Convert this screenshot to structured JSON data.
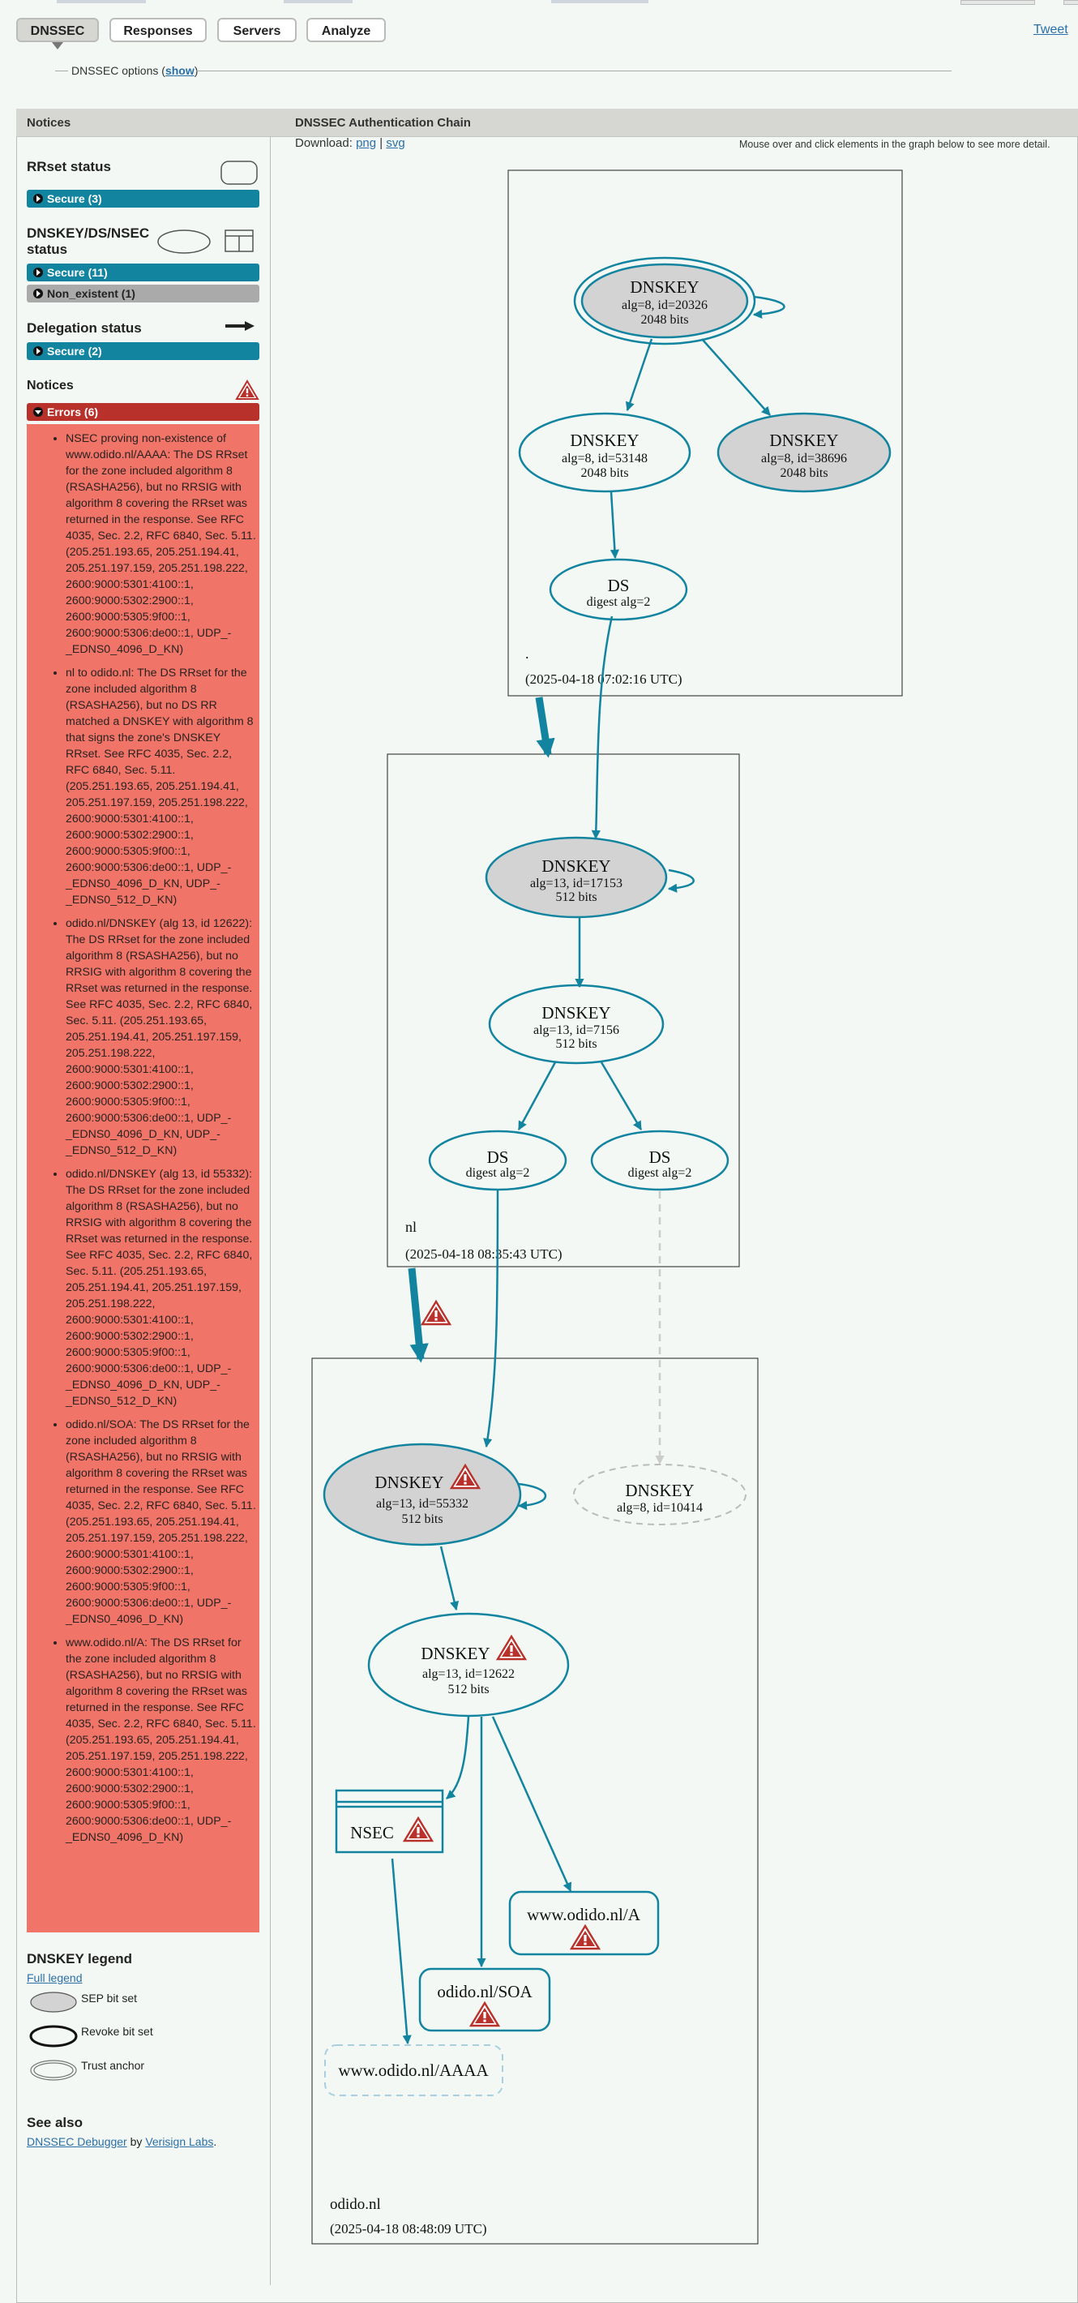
{
  "tabs": [
    {
      "label": "DNSSEC",
      "active": true
    },
    {
      "label": "Responses",
      "active": false
    },
    {
      "label": "Servers",
      "active": false
    },
    {
      "label": "Analyze",
      "active": false
    }
  ],
  "tweet_label": "Tweet",
  "options": {
    "prefix": "DNSSEC options (",
    "link": "show",
    "suffix": ")"
  },
  "panel_headers": {
    "notices": "Notices",
    "chain": "DNSSEC Authentication Chain"
  },
  "download": {
    "label": "Download:",
    "png": "png",
    "sep": "|",
    "svg": "svg"
  },
  "hint": "Mouse over and click elements in the graph below to see more detail.",
  "sidebar": {
    "rrset_status": {
      "title": "RRset status",
      "items": [
        {
          "label": "Secure (3)",
          "color": "#1284a0"
        }
      ]
    },
    "dnskey_status": {
      "title_line1": "DNSKEY/DS/NSEC",
      "title_line2": "status",
      "items": [
        {
          "label": "Secure (11)",
          "color": "#1284a0"
        },
        {
          "label": "Non_existent (1)",
          "color": "#aaaaaa"
        }
      ]
    },
    "delegation_status": {
      "title": "Delegation status",
      "items": [
        {
          "label": "Secure (2)",
          "color": "#1284a0"
        }
      ]
    },
    "notices": {
      "title": "Notices",
      "errors_label": "Errors (6)",
      "errors": [
        "NSEC proving non-existence of www.odido.nl/AAAA: The DS RRset for the zone included algorithm 8 (RSASHA256), but no RRSIG with algorithm 8 covering the RRset was returned in the response. See RFC 4035, Sec. 2.2, RFC 6840, Sec. 5.11. (205.251.193.65, 205.251.194.41, 205.251.197.159, 205.251.198.222, 2600:9000:5301:4100::1, 2600:9000:5302:2900::1, 2600:9000:5305:9f00::1, 2600:9000:5306:de00::1, UDP_-_EDNS0_4096_D_KN)",
        "nl to odido.nl: The DS RRset for the zone included algorithm 8 (RSASHA256), but no DS RR matched a DNSKEY with algorithm 8 that signs the zone's DNSKEY RRset. See RFC 4035, Sec. 2.2, RFC 6840, Sec. 5.11. (205.251.193.65, 205.251.194.41, 205.251.197.159, 205.251.198.222, 2600:9000:5301:4100::1, 2600:9000:5302:2900::1, 2600:9000:5305:9f00::1, 2600:9000:5306:de00::1, UDP_-_EDNS0_4096_D_KN, UDP_-_EDNS0_512_D_KN)",
        "odido.nl/DNSKEY (alg 13, id 12622): The DS RRset for the zone included algorithm 8 (RSASHA256), but no RRSIG with algorithm 8 covering the RRset was returned in the response. See RFC 4035, Sec. 2.2, RFC 6840, Sec. 5.11. (205.251.193.65, 205.251.194.41, 205.251.197.159, 205.251.198.222, 2600:9000:5301:4100::1, 2600:9000:5302:2900::1, 2600:9000:5305:9f00::1, 2600:9000:5306:de00::1, UDP_-_EDNS0_4096_D_KN, UDP_-_EDNS0_512_D_KN)",
        "odido.nl/DNSKEY (alg 13, id 55332): The DS RRset for the zone included algorithm 8 (RSASHA256), but no RRSIG with algorithm 8 covering the RRset was returned in the response. See RFC 4035, Sec. 2.2, RFC 6840, Sec. 5.11. (205.251.193.65, 205.251.194.41, 205.251.197.159, 205.251.198.222, 2600:9000:5301:4100::1, 2600:9000:5302:2900::1, 2600:9000:5305:9f00::1, 2600:9000:5306:de00::1, UDP_-_EDNS0_4096_D_KN, UDP_-_EDNS0_512_D_KN)",
        "odido.nl/SOA: The DS RRset for the zone included algorithm 8 (RSASHA256), but no RRSIG with algorithm 8 covering the RRset was returned in the response. See RFC 4035, Sec. 2.2, RFC 6840, Sec. 5.11. (205.251.193.65, 205.251.194.41, 205.251.197.159, 205.251.198.222, 2600:9000:5301:4100::1, 2600:9000:5302:2900::1, 2600:9000:5305:9f00::1, 2600:9000:5306:de00::1, UDP_-_EDNS0_4096_D_KN)",
        "www.odido.nl/A: The DS RRset for the zone included algorithm 8 (RSASHA256), but no RRSIG with algorithm 8 covering the RRset was returned in the response. See RFC 4035, Sec. 2.2, RFC 6840, Sec. 5.11. (205.251.193.65, 205.251.194.41, 205.251.197.159, 205.251.198.222, 2600:9000:5301:4100::1, 2600:9000:5302:2900::1, 2600:9000:5305:9f00::1, 2600:9000:5306:de00::1, UDP_-_EDNS0_4096_D_KN)"
      ]
    },
    "legend": {
      "title": "DNSKEY legend",
      "full_legend": "Full legend",
      "sep": "SEP bit set",
      "revoke": "Revoke bit set",
      "trust": "Trust anchor"
    },
    "see_also": {
      "title": "See also",
      "link1": "DNSSEC Debugger",
      "by": " by ",
      "link2": "Verisign Labs",
      "end": "."
    }
  },
  "graph": {
    "zones": [
      {
        "name": ".",
        "timestamp": "(2025-04-18 07:02:16 UTC)"
      },
      {
        "name": "nl",
        "timestamp": "(2025-04-18 08:35:43 UTC)"
      },
      {
        "name": "odido.nl",
        "timestamp": "(2025-04-18 08:48:09 UTC)"
      }
    ],
    "nodes": {
      "root_ksk": {
        "title": "DNSKEY",
        "line1": "alg=8, id=20326",
        "line2": "2048 bits"
      },
      "root_zsk1": {
        "title": "DNSKEY",
        "line1": "alg=8, id=53148",
        "line2": "2048 bits"
      },
      "root_zsk2": {
        "title": "DNSKEY",
        "line1": "alg=8, id=38696",
        "line2": "2048 bits"
      },
      "root_ds": {
        "title": "DS",
        "line1": "digest alg=2"
      },
      "nl_ksk": {
        "title": "DNSKEY",
        "line1": "alg=13, id=17153",
        "line2": "512 bits"
      },
      "nl_zsk": {
        "title": "DNSKEY",
        "line1": "alg=13, id=7156",
        "line2": "512 bits"
      },
      "nl_ds1": {
        "title": "DS",
        "line1": "digest alg=2"
      },
      "nl_ds2": {
        "title": "DS",
        "line1": "digest alg=2"
      },
      "od_ksk": {
        "title": "DNSKEY",
        "line1": "alg=13, id=55332",
        "line2": "512 bits"
      },
      "od_missing": {
        "title": "DNSKEY",
        "line1": "alg=8, id=10414"
      },
      "od_zsk": {
        "title": "DNSKEY",
        "line1": "alg=13, id=12622",
        "line2": "512 bits"
      },
      "nsec": {
        "title": "NSEC"
      },
      "rr_a": {
        "title": "www.odido.nl/A"
      },
      "rr_soa": {
        "title": "odido.nl/SOA"
      },
      "rr_aaaa": {
        "title": "www.odido.nl/AAAA"
      }
    },
    "colors": {
      "secure": "#1284a0",
      "node_fill": "#d3d3d3",
      "missing": "#bbbbbb",
      "warn": "#b8312a"
    }
  }
}
